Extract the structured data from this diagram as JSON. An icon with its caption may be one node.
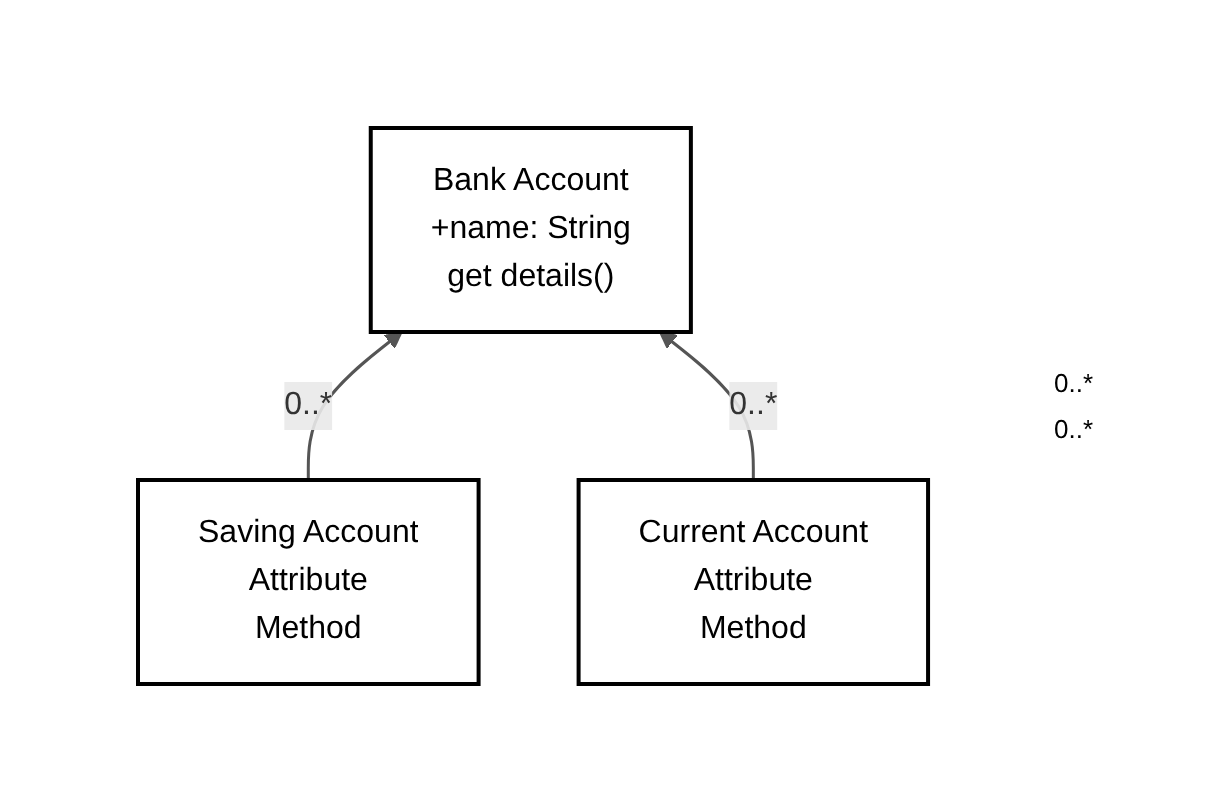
{
  "diagram": {
    "nodes": [
      {
        "text": [
          "Bank Account",
          "+name: String",
          "get details()"
        ]
      },
      {
        "text": [
          "Saving Account",
          "Attribute",
          "Method"
        ]
      },
      {
        "text": [
          "Current Account",
          "Attribute",
          "Method"
        ]
      }
    ],
    "edges": [
      {
        "from": 1,
        "to": 0,
        "arrow": "to",
        "label": "0..*"
      },
      {
        "from": 2,
        "to": 0,
        "arrow": "to",
        "label": "0..*"
      }
    ],
    "labels": [
      "0..*",
      "0..*"
    ]
  }
}
